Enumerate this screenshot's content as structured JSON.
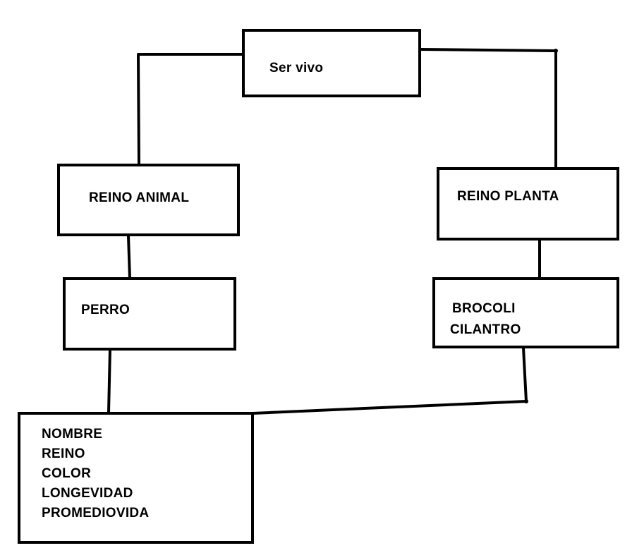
{
  "diagram": {
    "root": {
      "label": "Ser vivo"
    },
    "animal_kingdom": {
      "label": "REINO ANIMAL"
    },
    "plant_kingdom": {
      "label": "REINO PLANTA"
    },
    "animal_example": {
      "label": "PERRO"
    },
    "plant_examples": {
      "items": [
        "BROCOLI",
        "CILANTRO"
      ]
    },
    "attributes": {
      "items": [
        "NOMBRE",
        "REINO",
        "COLOR",
        "LONGEVIDAD",
        "PROMEDIOVIDA"
      ]
    }
  }
}
